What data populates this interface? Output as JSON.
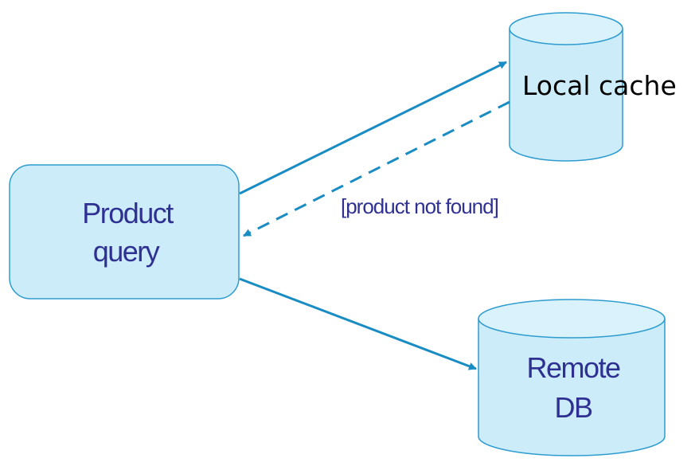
{
  "nodes": {
    "product_query": {
      "line1": "Product",
      "line2": "query"
    },
    "local_cache": {
      "label": "Local cache"
    },
    "remote_db": {
      "line1": "Remote",
      "line2": "DB"
    }
  },
  "edges": {
    "not_found_label": "[product not found]"
  },
  "colors": {
    "box_fill": "#ccecfa",
    "box_stroke": "#2e9ccf",
    "arrow": "#1a8cc4",
    "text_blue": "#2e3192",
    "text_black": "#000000"
  }
}
